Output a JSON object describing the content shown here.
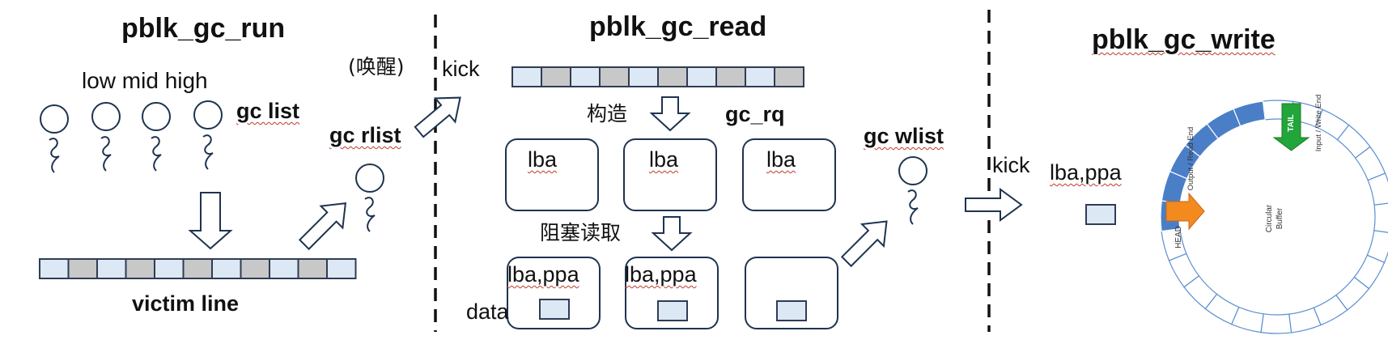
{
  "titles": {
    "run": "pblk_gc_run",
    "read": "pblk_gc_read",
    "write": "pblk_gc_write"
  },
  "run": {
    "priority_labels": "low mid high",
    "gc_list": "gc list",
    "victim_line": "victim line"
  },
  "read": {
    "wake": "(唤醒)",
    "kick": "kick",
    "gc_rlist": "gc rlist",
    "construct": "构造",
    "gc_rq": "gc_rq",
    "lba": [
      "lba",
      "lba",
      "lba"
    ],
    "blocking_read": "阻塞读取",
    "lba_ppa": [
      "lba,ppa",
      "lba,ppa"
    ],
    "data": "data"
  },
  "write": {
    "gc_wlist": "gc wlist",
    "kick": "kick",
    "lba_ppa": "lba,ppa",
    "buffer": {
      "tail": "TAIL",
      "head": "HEAD",
      "input_write_end": "Input / Write End",
      "output_read_end": "Output / Read End",
      "center_line1": "Circular",
      "center_line2": "Buffer"
    }
  },
  "colors": {
    "cell_fill": "#dde8f5",
    "cell_gray": "#c8c8c8",
    "cell_stroke": "#2f3c55",
    "ring_blue": "#4a7fc8",
    "ring_light": "#5b8fd0",
    "tail_arrow": "#22a53a",
    "head_arrow": "#f28a1e",
    "squiggle": "#c0392b"
  }
}
